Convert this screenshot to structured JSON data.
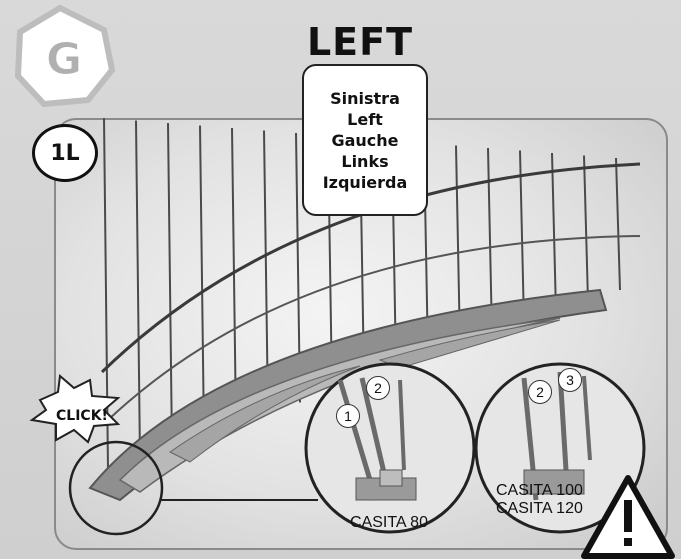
{
  "step_letter": "G",
  "title": "LEFT",
  "languages": [
    "Sinistra",
    "Left",
    "Gauche",
    "Links",
    "Izquierda"
  ],
  "step_label": "1L",
  "click_label": "CLICK!",
  "detail_left": {
    "label": "CASITA 80",
    "callouts": [
      "1",
      "2"
    ]
  },
  "detail_right": {
    "labels": [
      "CASITA 100",
      "CASITA 120"
    ],
    "callouts": [
      "2",
      "3"
    ]
  },
  "warning_icon": "warning-triangle-icon",
  "colors": {
    "base": "#8f8f8f",
    "wire": "#4a4a4a",
    "background": "#d4d4d4"
  }
}
